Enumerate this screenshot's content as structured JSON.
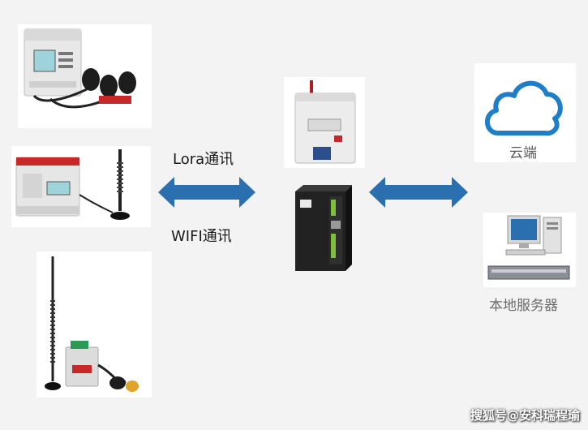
{
  "labels": {
    "lora": "Lora通讯",
    "wifi": "WIFI通讯",
    "cloud": "云端",
    "local_server": "本地服务器"
  },
  "watermark": "搜狐号@安科瑞程瑜",
  "colors": {
    "arrow": "#2a6fb0",
    "cloud": "#1f7ec8",
    "background": "#f3f3f3"
  }
}
